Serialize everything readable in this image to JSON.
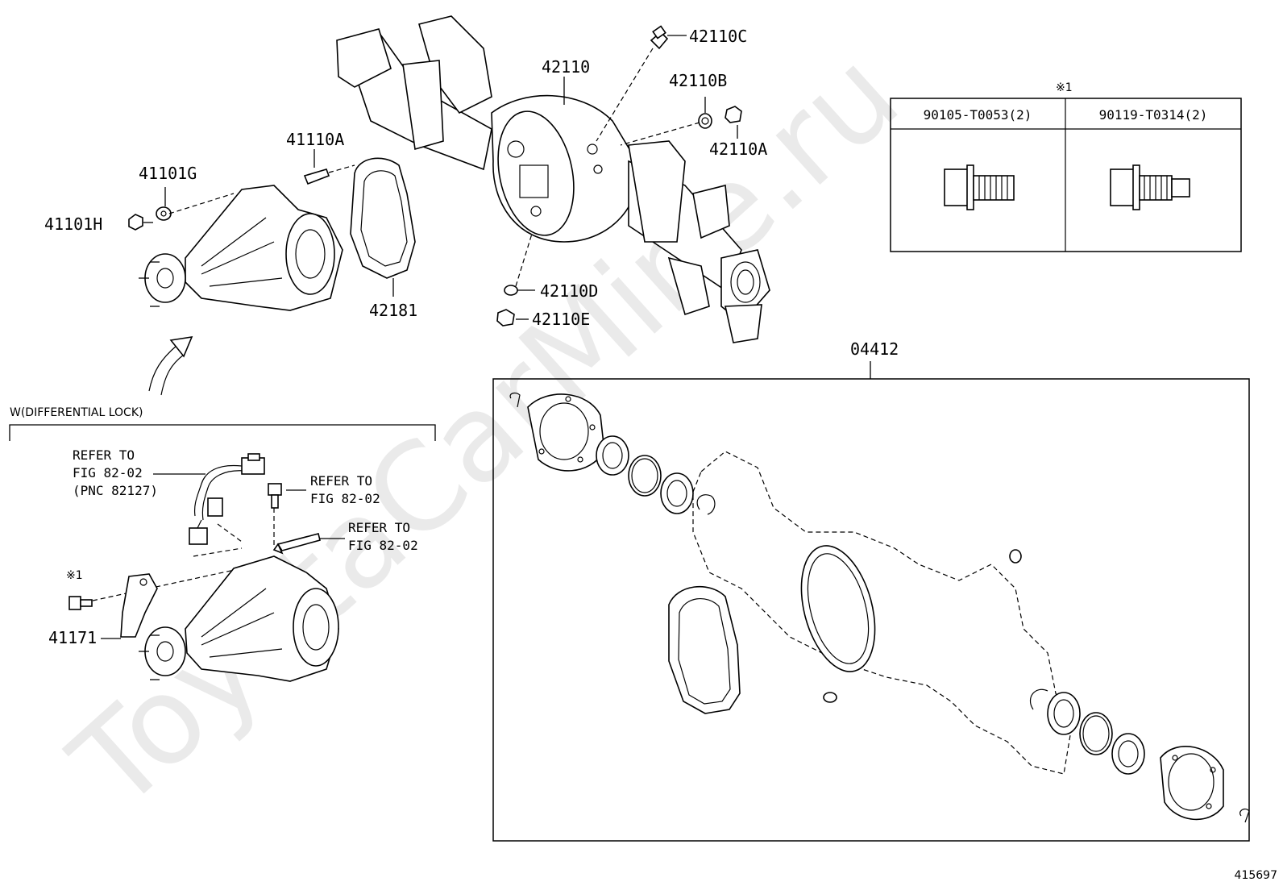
{
  "watermark": "ToyotaCarMine.ru",
  "figure_id": "415697",
  "labels": {
    "p42110C": "42110C",
    "p42110": "42110",
    "p42110B": "42110B",
    "p42110A": "42110A",
    "p41110A": "41110A",
    "p41101G": "41101G",
    "p41101H": "41101H",
    "p42181": "42181",
    "p42110D": "42110D",
    "p42110E": "42110E",
    "p04412": "04412",
    "p41171": "41171"
  },
  "diff_lock_section": {
    "title": "W(DIFFERENTIAL LOCK)",
    "note_mark": "※1",
    "refer_a": {
      "line1": "REFER TO",
      "line2": "FIG 82-02",
      "line3": "(PNC 82127)"
    },
    "refer_b": {
      "line1": "REFER TO",
      "line2": "FIG 82-02"
    },
    "refer_c": {
      "line1": "REFER TO",
      "line2": "FIG 82-02"
    }
  },
  "bolt_table": {
    "mark": "※1",
    "columns": [
      "90105-T0053(2)",
      "90119-T0314(2)"
    ]
  }
}
